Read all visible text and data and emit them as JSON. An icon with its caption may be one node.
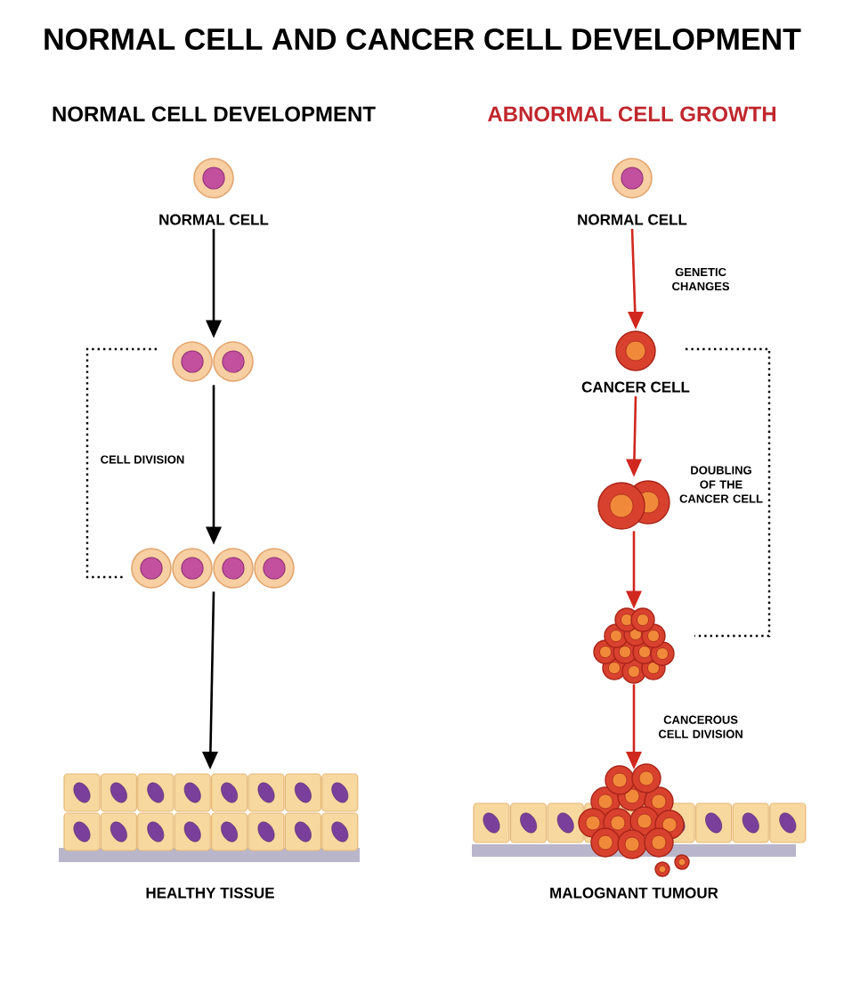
{
  "diagram": {
    "title": "NORMAL CELL AND CANCER CELL DEVELOPMENT",
    "nodes": [
      {
        "text": [
          "NORMAL CELL"
        ]
      },
      {
        "text": [],
        "shape": "picture"
      },
      {
        "text": [],
        "shape": "picture"
      },
      {
        "text": [
          "HEALTHY TISSUE"
        ]
      },
      {
        "text": [
          "NORMAL CELL"
        ]
      },
      {
        "text": [
          "CANCER CELL"
        ]
      },
      {
        "text": [],
        "shape": "picture"
      },
      {
        "text": [],
        "shape": "picture"
      },
      {
        "text": [
          "MALOGNANT TUMOUR"
        ]
      }
    ],
    "edges": [
      {
        "from": 0,
        "to": 1,
        "arrow": "to",
        "color": "#000000"
      },
      {
        "from": 1,
        "to": 2,
        "arrow": "to",
        "color": "#000000"
      },
      {
        "from": 2,
        "to": 3,
        "arrow": "to",
        "color": "#000000"
      },
      {
        "from": 4,
        "to": 5,
        "arrow": "to",
        "label": "GENETIC CHANGES",
        "color": "#d0281e"
      },
      {
        "from": 5,
        "to": 6,
        "arrow": "to",
        "color": "#d0281e"
      },
      {
        "from": 6,
        "to": 7,
        "arrow": "to",
        "color": "#d0281e"
      },
      {
        "from": 7,
        "to": 8,
        "arrow": "to",
        "label": "CANCEROUS CELL DIVISION",
        "color": "#d0281e"
      }
    ],
    "labels": [
      "NORMAL CELL DEVELOPMENT",
      "ABNORMAL CELL GROWTH",
      "CELL DIVISION",
      "DOUBLING OF THE CANCER CELL"
    ]
  }
}
